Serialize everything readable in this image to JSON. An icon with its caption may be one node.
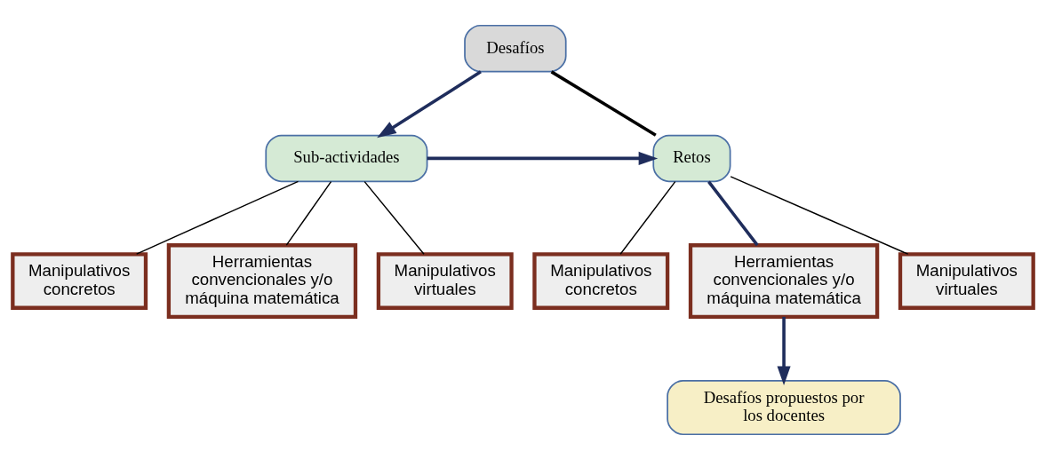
{
  "diagram": {
    "nodes": [
      {
        "text": [
          "Desafíos"
        ]
      },
      {
        "text": [
          "Sub-actividades"
        ]
      },
      {
        "text": [
          "Retos"
        ]
      },
      {
        "text": [
          "Manipulativos concretos"
        ]
      },
      {
        "text": [
          "Herramientas convencionales y/o máquina matemática"
        ]
      },
      {
        "text": [
          "Manipulativos virtuales"
        ]
      },
      {
        "text": [
          "Manipulativos concretos"
        ]
      },
      {
        "text": [
          "Herramientas convencionales y/o máquina matemática"
        ]
      },
      {
        "text": [
          "Manipulativos virtuales"
        ]
      },
      {
        "text": [
          "Desafíos propuestos por los docentes"
        ]
      }
    ],
    "edges": [
      {
        "from": 0,
        "to": 1,
        "arrow": "to",
        "style": "thick",
        "color": "#1f2d5c"
      },
      {
        "from": 0,
        "to": 2,
        "arrow": "none",
        "style": "thick"
      },
      {
        "from": 1,
        "to": 2,
        "arrow": "to",
        "style": "thick",
        "color": "#1f2d5c"
      },
      {
        "from": 1,
        "to": 3,
        "arrow": "none"
      },
      {
        "from": 1,
        "to": 4,
        "arrow": "none"
      },
      {
        "from": 1,
        "to": 5,
        "arrow": "none"
      },
      {
        "from": 2,
        "to": 6,
        "arrow": "none"
      },
      {
        "from": 2,
        "to": 7,
        "arrow": "none",
        "style": "thick",
        "color": "#1f2d5c"
      },
      {
        "from": 2,
        "to": 8,
        "arrow": "none"
      },
      {
        "from": 7,
        "to": 9,
        "arrow": "to",
        "style": "thick",
        "color": "#1f2d5c"
      }
    ]
  }
}
